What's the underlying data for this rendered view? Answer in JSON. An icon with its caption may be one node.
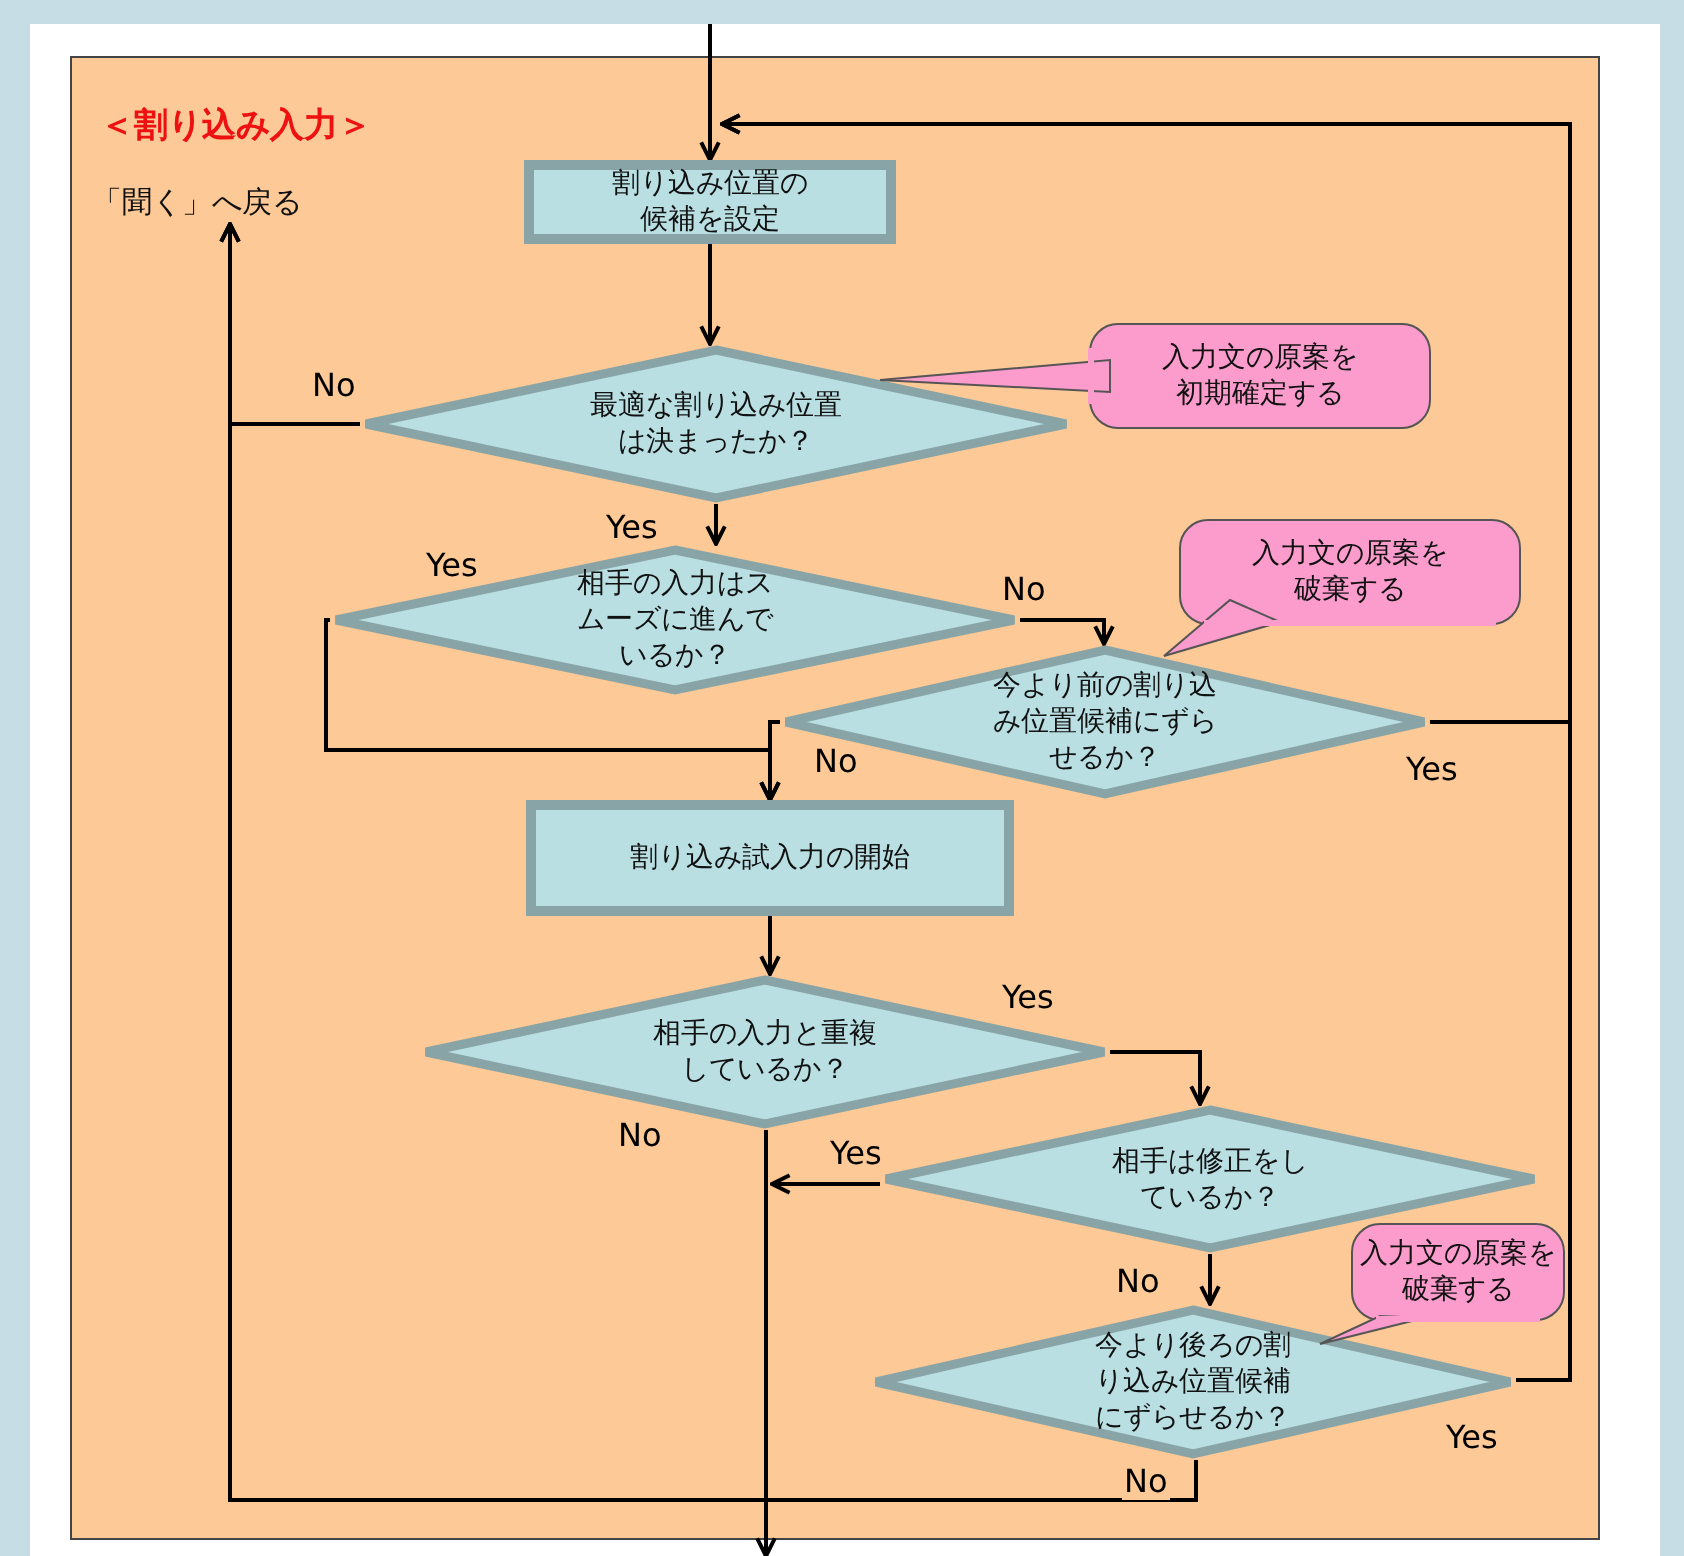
{
  "diagram": {
    "nodes": [
      {
        "text": [
          "＜割り込み入力＞"
        ]
      },
      {
        "text": [
          "「聞く」へ戻る"
        ],
        "in": 0
      },
      {
        "text": [
          "割り込み位置の候補を設定"
        ],
        "in": 0
      },
      {
        "text": [
          "最適な割り込み位置は決まったか？"
        ],
        "in": 0
      },
      {
        "text": [
          "入力文の原案を初期確定する"
        ],
        "in": 0
      },
      {
        "text": [
          "相手の入力はスムーズに進んでいるか？"
        ],
        "in": 0
      },
      {
        "text": [
          "入力文の原案を破棄する"
        ],
        "in": 0
      },
      {
        "text": [
          "今より前の割り込み位置候補にずらせるか？"
        ],
        "in": 0
      },
      {
        "text": [
          "割り込み試入力の開始"
        ],
        "in": 0
      },
      {
        "text": [
          "相手の入力と重複しているか？"
        ],
        "in": 0
      },
      {
        "text": [
          "相手は修正をしているか？"
        ],
        "in": 0
      },
      {
        "text": [
          "入力文の原案を破棄する"
        ],
        "in": 0
      },
      {
        "text": [
          "今より後ろの割り込み位置候補にずらせるか？"
        ],
        "in": 0
      }
    ],
    "edges": [
      {
        "from": null,
        "to": 2,
        "arrow": "to"
      },
      {
        "from": 2,
        "to": 3,
        "arrow": "to"
      },
      {
        "from": 3,
        "to": 1,
        "label": "No",
        "arrow": "to"
      },
      {
        "from": 3,
        "to": 5,
        "label": "Yes",
        "arrow": "to"
      },
      {
        "from": 5,
        "to": 7,
        "label": "No",
        "arrow": "to"
      },
      {
        "from": 5,
        "to": 8,
        "label": "Yes",
        "arrow": "to"
      },
      {
        "from": 7,
        "to": 8,
        "label": "No",
        "arrow": "to"
      },
      {
        "from": 7,
        "to": 2,
        "label": "Yes",
        "arrow": "to"
      },
      {
        "from": 8,
        "to": 9,
        "arrow": "to"
      },
      {
        "from": 9,
        "to": 10,
        "label": "Yes",
        "arrow": "to"
      },
      {
        "from": 9,
        "to": null,
        "label": "No",
        "arrow": "to"
      },
      {
        "from": 10,
        "to": null,
        "label": "Yes",
        "arrow": "to"
      },
      {
        "from": 10,
        "to": 12,
        "label": "No",
        "arrow": "to"
      },
      {
        "from": 12,
        "to": 2,
        "label": "Yes",
        "arrow": "to"
      },
      {
        "from": 12,
        "to": 1,
        "label": "No",
        "arrow": "to"
      }
    ]
  }
}
